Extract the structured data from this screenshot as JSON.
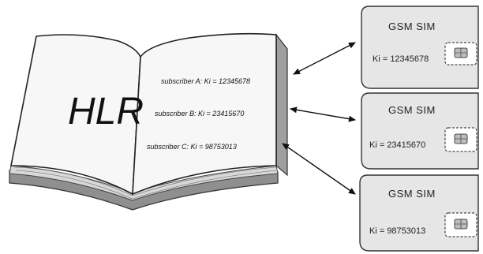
{
  "book": {
    "title": "HLR",
    "entries": [
      "subscriber A: Ki = 12345678",
      "subscriber B: Ki = 23415670",
      "subscriber C: Ki = 98753013"
    ]
  },
  "sims": [
    {
      "title": "GSM SIM",
      "ki": "Ki = 12345678"
    },
    {
      "title": "GSM SIM",
      "ki": "Ki = 23415670"
    },
    {
      "title": "GSM SIM",
      "ki": "Ki = 98753013"
    }
  ],
  "colors": {
    "page": "#ffffff",
    "book_edge": "#9a9a9a",
    "sim_fill": "#e6e6e6",
    "sim_stroke": "#333333",
    "ink": "#111111"
  },
  "icons": [
    "double-arrow-icon",
    "sim-chip-icon"
  ]
}
